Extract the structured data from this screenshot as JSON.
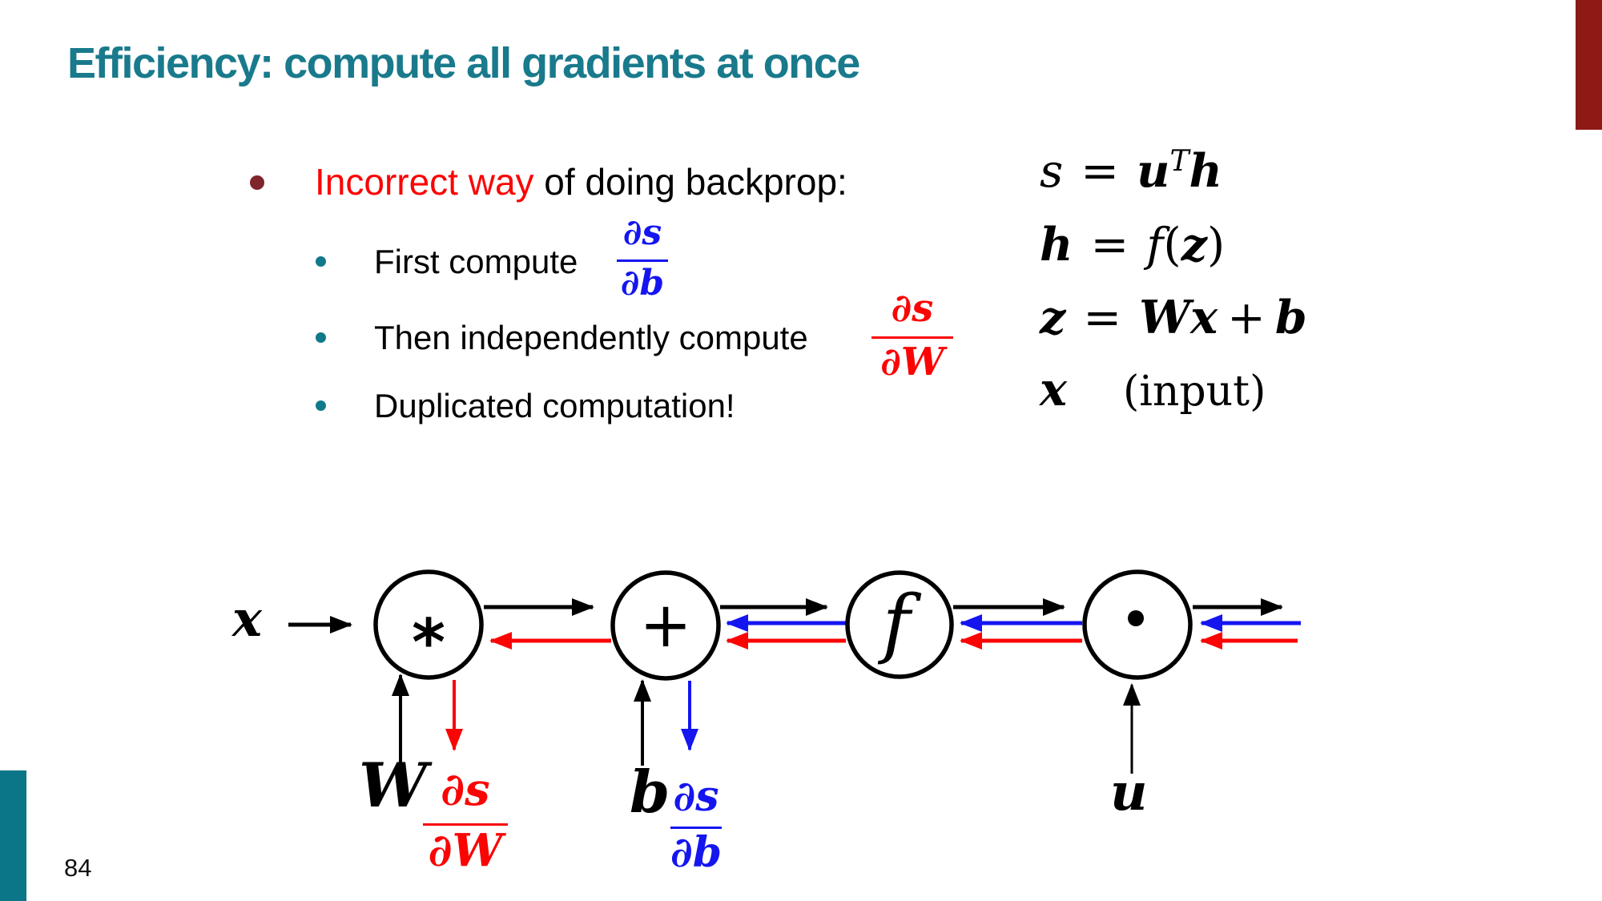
{
  "page": {
    "title": "Efficiency: compute all gradients at once",
    "number": "84"
  },
  "colors": {
    "title_teal": "#197A8C",
    "accent_teal_bar": "#0C7689",
    "accent_dark_red_bar": "#8E1A16",
    "bullet_dark_red": "#7E262B",
    "bullet_teal": "#10798A",
    "math_red": "#FB0404",
    "math_blue": "#1515F0"
  },
  "bullets": {
    "main_highlight": "Incorrect way",
    "main_rest": " of doing backprop:",
    "sub1_text": "First compute",
    "sub1_frac_num": "∂s",
    "sub1_frac_den": "∂b",
    "sub2_text": "Then independently compute",
    "sub2_frac_num": "∂s",
    "sub2_frac_den": "∂W",
    "sub3_text": "Duplicated computation!"
  },
  "equations": {
    "eq1_lhs": "s",
    "eq1_rel": "=",
    "eq1_u": "u",
    "eq1_sup": "T",
    "eq1_h": "h",
    "eq2_lhs": "h",
    "eq2_rel": "=",
    "eq2_f": "f",
    "eq2_open": "(",
    "eq2_z": "z",
    "eq2_close": ")",
    "eq3_lhs": "z",
    "eq3_rel": "=",
    "eq3_W": "W",
    "eq3_x": "x",
    "eq3_plus": "+",
    "eq3_b": "b",
    "eq4_lhs": "x",
    "eq4_note": "(input)"
  },
  "diagram": {
    "input_label": "x",
    "node_multiply": "*",
    "node_add": "+",
    "node_activation": "f",
    "label_W": "W",
    "label_b": "b",
    "label_u": "u",
    "frac_dsdW_num": "∂s",
    "frac_dsdW_den": "∂W",
    "frac_dsdb_num": "∂s",
    "frac_dsdb_den": "∂b"
  }
}
